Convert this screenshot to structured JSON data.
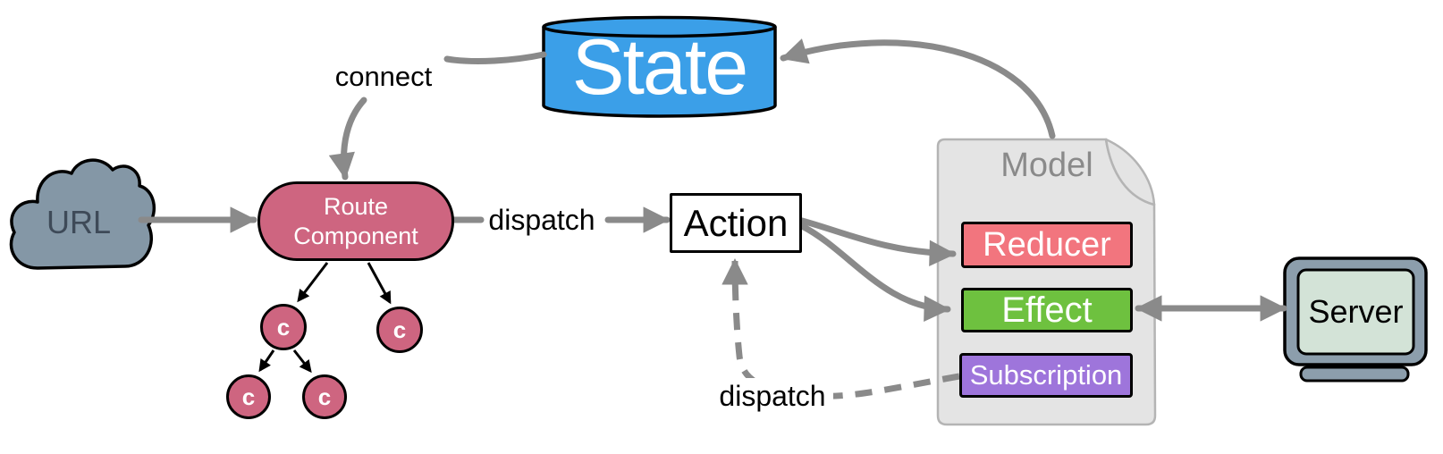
{
  "diagram": {
    "nodes": {
      "state": {
        "label": "State",
        "color": "#3B9FE8"
      },
      "url": {
        "label": "URL",
        "color": "#8497A6"
      },
      "route_component": {
        "lines": [
          "Route",
          "Component"
        ],
        "color": "#CE6580"
      },
      "action": {
        "label": "Action",
        "color": "#FFFFFF"
      },
      "model": {
        "title": "Model",
        "color": "#E4E4E4",
        "boxes": [
          {
            "label": "Reducer",
            "color": "#F2757E"
          },
          {
            "label": "Effect",
            "color": "#6EC13F"
          },
          {
            "label": "Subscription",
            "color": "#9E75DB"
          }
        ]
      },
      "server": {
        "label": "Server",
        "bezel_color": "#8C9EAC",
        "screen_color": "#D3E3D7"
      },
      "component_tree": {
        "children": [
          {
            "label": "c"
          },
          {
            "label": "c"
          },
          {
            "label": "c"
          },
          {
            "label": "c"
          }
        ]
      }
    },
    "edges": {
      "connect_label": "connect",
      "dispatch_action_label": "dispatch",
      "dispatch_subscription_label": "dispatch"
    },
    "palette": {
      "arrow_gray": "#8A8A8A",
      "outline_black": "#000000",
      "model_border": "#B4B4B4",
      "model_title_gray": "#8A8A8A"
    }
  }
}
